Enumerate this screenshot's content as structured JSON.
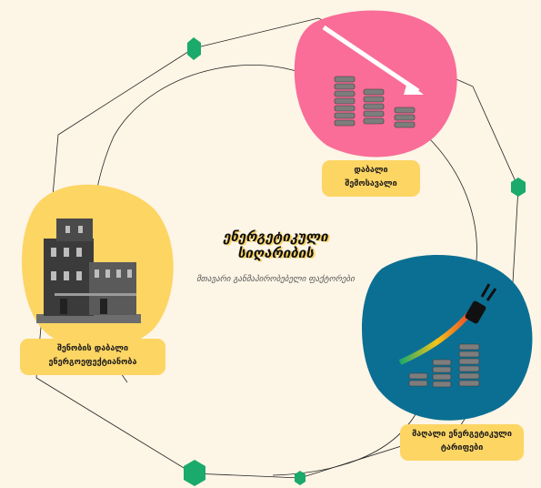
{
  "center": {
    "title": "ენერგეტიკული სიღარიბის",
    "subtitle": "მთავარი განმაპირობებელი ფაქტორები"
  },
  "factors": [
    {
      "label": "დაბალი შემოსავალი",
      "icon": "falling-coins-icon",
      "color": "#f96d98"
    },
    {
      "label": "შენობის დაბალი ენერგოეფექტიანობა",
      "icon": "old-building-icon",
      "color": "#fdd563"
    },
    {
      "label": "მაღალი ენერგეტიკული ტარიფები",
      "icon": "rising-tariff-plug-icon",
      "color": "#0b6f93"
    }
  ],
  "colors": {
    "background": "#fdf5e6",
    "label_bg": "#fdd563",
    "node": "#1aaa6b",
    "line": "#222222"
  }
}
